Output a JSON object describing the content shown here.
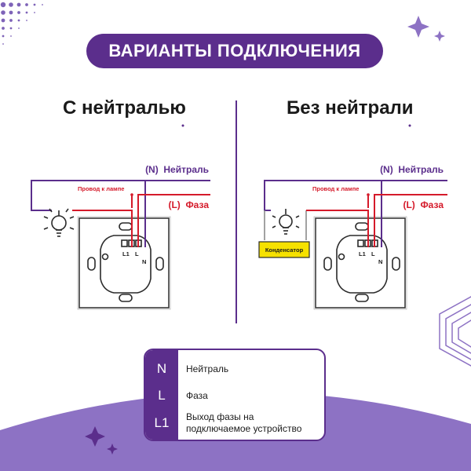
{
  "header": {
    "title": "ВАРИАНТЫ ПОДКЛЮЧЕНИЯ"
  },
  "left_panel": {
    "title": "С нейтралью",
    "neutral_label": "(N)  Нейтраль",
    "phase_label": "(L)  Фаза",
    "lamp_wire_label": "Провод к лампе",
    "terminal_labels": [
      "L1",
      "L",
      "N"
    ]
  },
  "right_panel": {
    "title": "Без нейтрали",
    "neutral_label": "(N)  Нейтраль",
    "phase_label": "(L)  Фаза",
    "lamp_wire_label": "Провод к лампе",
    "capacitor_label": "Конденсатор",
    "terminal_labels": [
      "L1",
      "L",
      "N"
    ]
  },
  "legend": {
    "items": [
      {
        "key": "N",
        "desc": "Нейтраль"
      },
      {
        "key": "L",
        "desc": "Фаза"
      },
      {
        "key": "L1",
        "desc_line1": "Выход фазы на",
        "desc_line2": "подключаемое устройство"
      }
    ]
  },
  "colors": {
    "purple": "#5b2e8c",
    "wire_neutral": "#5b2e8c",
    "wire_phase": "#d51a2a",
    "capacitor": "#f6e100",
    "bottom_shape": "#8d72c4"
  }
}
